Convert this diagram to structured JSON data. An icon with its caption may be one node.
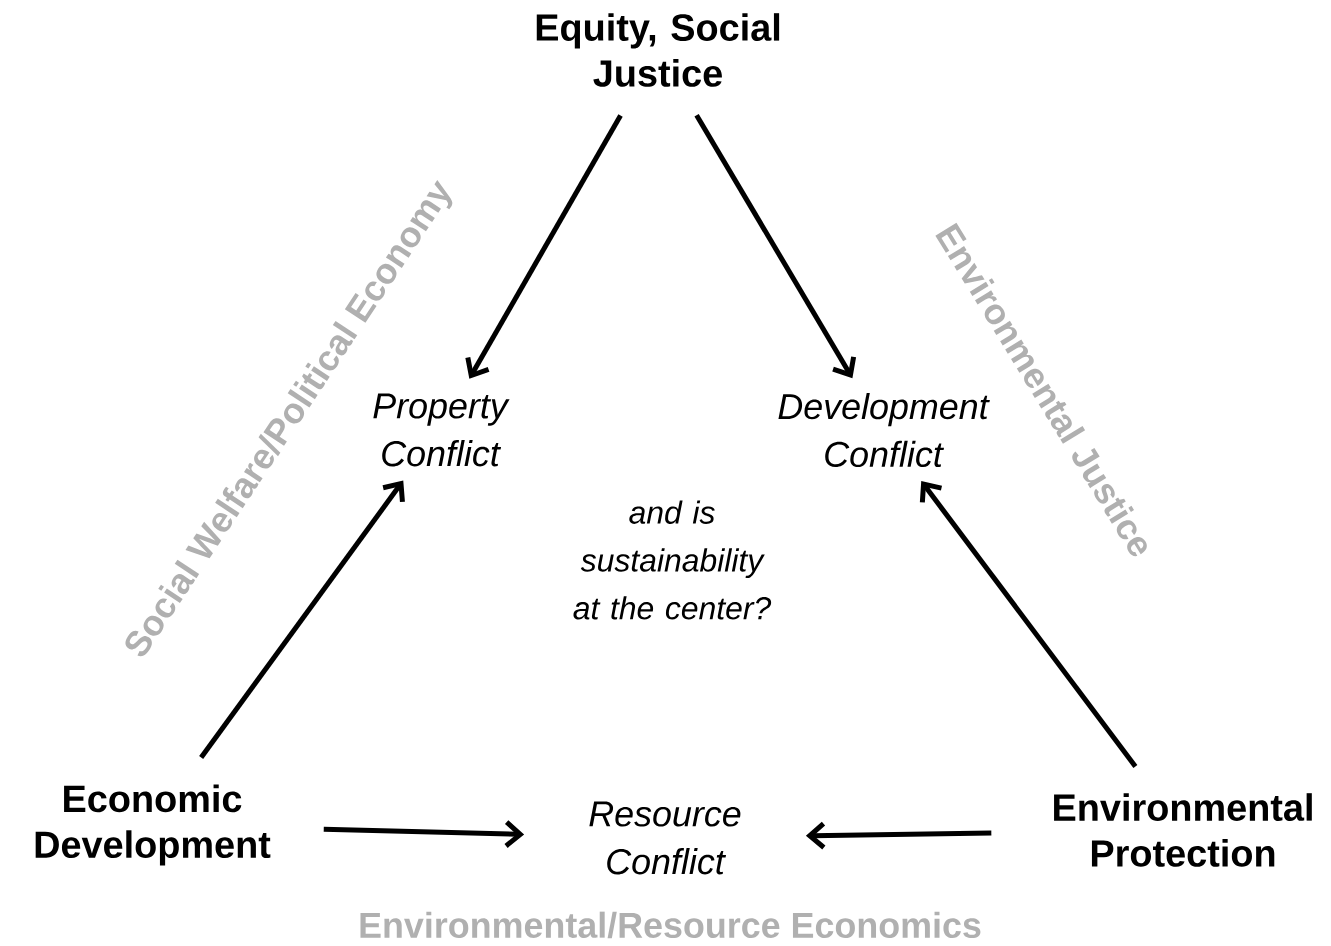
{
  "diagram": {
    "nodes": [
      {
        "text": [
          "Equity, Social Justice"
        ]
      },
      {
        "text": [
          "Property Conflict"
        ]
      },
      {
        "text": [
          "Development Conflict"
        ]
      },
      {
        "text": [
          "Economic Development"
        ]
      },
      {
        "text": [
          "Resource Conflict"
        ]
      },
      {
        "text": [
          "Environmental Protection"
        ]
      }
    ],
    "edges": [
      {
        "from": 0,
        "to": 1,
        "arrow": "to"
      },
      {
        "from": 0,
        "to": 2,
        "arrow": "to"
      },
      {
        "from": 3,
        "to": 1,
        "arrow": "to"
      },
      {
        "from": 5,
        "to": 2,
        "arrow": "to"
      },
      {
        "from": 3,
        "to": 4,
        "arrow": "to"
      },
      {
        "from": 5,
        "to": 4,
        "arrow": "to"
      }
    ],
    "labels": [
      "Social Welfare/Political Economy",
      "Environmental Justice",
      "and is sustainability at the center?",
      "Environmental/Resource Economics"
    ]
  }
}
